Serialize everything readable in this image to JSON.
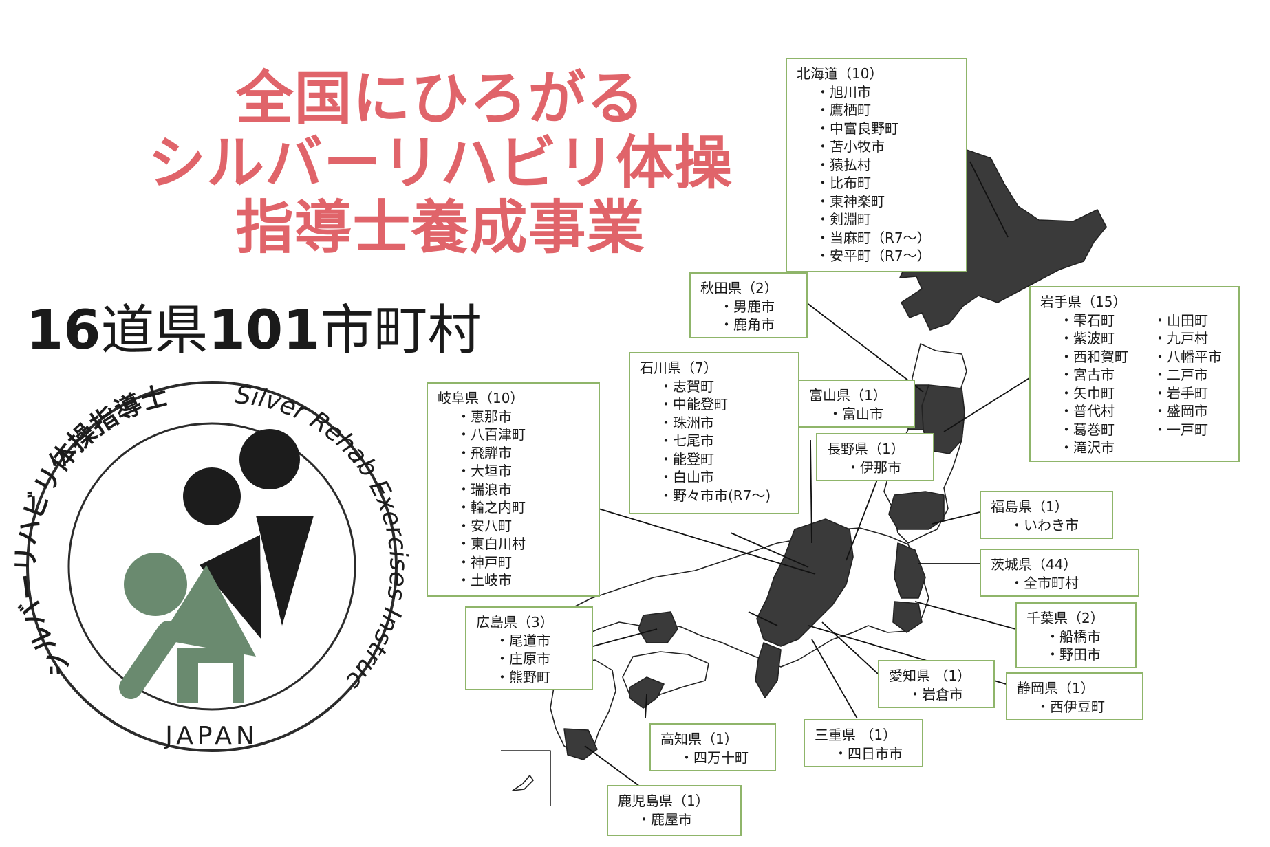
{
  "title": {
    "line1": "全国にひろがる",
    "line2": "シルバーリハビリ体操",
    "line3": "指導士養成事業"
  },
  "summary": {
    "num1": "16",
    "unit1": "道県",
    "num2": "101",
    "unit2": "市町村"
  },
  "logo": {
    "text_jp": "シルバーリハビリ体操指導士",
    "text_en": "Silver Rehab Exercises Instructor",
    "country": "JAPAN",
    "colors": {
      "dark": "#1c1c1c",
      "green": "#6a8a6f",
      "ring": "#2b2b2b"
    }
  },
  "colors": {
    "title": "#e0646a",
    "box_border": "#8fb56a",
    "prefecture_fill": "#3a3a3a",
    "map_outline": "#222222"
  },
  "regions": [
    {
      "id": "hokkaido",
      "pref": "北海道（10）",
      "cities": [
        "旭川市",
        "鷹栖町",
        "中富良野町",
        "苫小牧市",
        "猿払村",
        "比布町",
        "東神楽町",
        "剣淵町",
        "当麻町（R7～）",
        "安平町（R7～）"
      ]
    },
    {
      "id": "akita",
      "pref": "秋田県（2）",
      "cities": [
        "男鹿市",
        "鹿角市"
      ]
    },
    {
      "id": "iwate",
      "pref": "岩手県（15）",
      "cities": [
        "雫石町",
        "紫波町",
        "西和賀町",
        "宮古市",
        "矢巾町",
        "普代村",
        "葛巻町",
        "滝沢市",
        "山田町",
        "九戸村",
        "八幡平市",
        "二戸市",
        "岩手町",
        "盛岡市",
        "一戸町"
      ]
    },
    {
      "id": "ishikawa",
      "pref": "石川県（7）",
      "cities": [
        "志賀町",
        "中能登町",
        "珠洲市",
        "七尾市",
        "能登町",
        "白山市",
        "野々市市(R7～)"
      ]
    },
    {
      "id": "toyama",
      "pref": "富山県（1）",
      "cities": [
        "富山市"
      ]
    },
    {
      "id": "nagano",
      "pref": "長野県（1）",
      "cities": [
        "伊那市"
      ]
    },
    {
      "id": "gifu",
      "pref": "岐阜県（10）",
      "cities": [
        "恵那市",
        "八百津町",
        "飛騨市",
        "大垣市",
        "瑞浪市",
        "輪之内町",
        "安八町",
        "東白川村",
        "神戸町",
        "土岐市"
      ]
    },
    {
      "id": "fukushima",
      "pref": "福島県（1）",
      "cities": [
        "いわき市"
      ]
    },
    {
      "id": "ibaraki",
      "pref": "茨城県（44）",
      "cities": [
        "全市町村"
      ]
    },
    {
      "id": "chiba",
      "pref": "千葉県（2）",
      "cities": [
        "船橋市",
        "野田市"
      ]
    },
    {
      "id": "hiroshima",
      "pref": "広島県（3）",
      "cities": [
        "尾道市",
        "庄原市",
        "熊野町"
      ]
    },
    {
      "id": "aichi",
      "pref": "愛知県 （1）",
      "cities": [
        "岩倉市"
      ]
    },
    {
      "id": "shizuoka",
      "pref": "静岡県（1）",
      "cities": [
        "西伊豆町"
      ]
    },
    {
      "id": "mie",
      "pref": "三重県 （1）",
      "cities": [
        "四日市市"
      ]
    },
    {
      "id": "kochi",
      "pref": "高知県（1）",
      "cities": [
        "四万十町"
      ]
    },
    {
      "id": "kagoshima",
      "pref": "鹿児島県（1）",
      "cities": [
        "鹿屋市"
      ]
    }
  ]
}
